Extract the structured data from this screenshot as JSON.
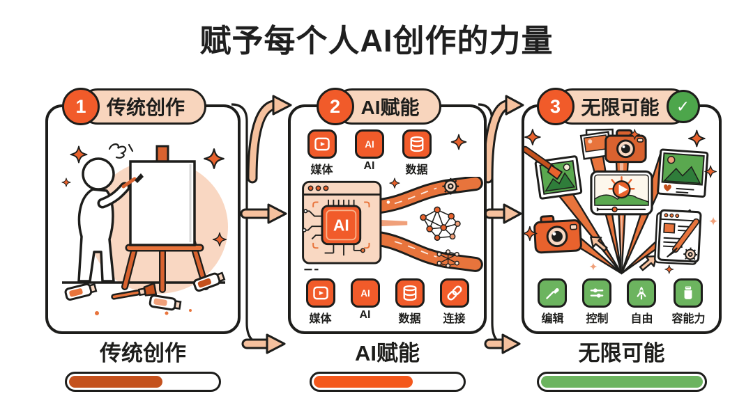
{
  "title": "赋予每个人AI创作的力量",
  "colors": {
    "orange": "#f15b2a",
    "rust": "#c4511d",
    "peach_fill": "#f8d5bd",
    "arrow_peach": "#f6c19e",
    "green": "#6cb45f",
    "check_green": "#4da64b",
    "outline": "#1d1d1b"
  },
  "stages": [
    {
      "number": "1",
      "header": "传统创作",
      "illustration": "person-painting-at-easel",
      "footer": {
        "label": "传统创作",
        "progress_width": "63%",
        "progress_color": "#c4511d"
      }
    },
    {
      "number": "2",
      "header": "AI赋能",
      "illustration": "ai-chip-with-data-streams",
      "chip_label": "AI",
      "top_icons": [
        {
          "icon": "media-icon",
          "label": "媒体"
        },
        {
          "icon": "ai-icon",
          "label": "AI",
          "glyph": "AI"
        },
        {
          "icon": "database-icon",
          "label": "数据"
        }
      ],
      "bottom_icons": [
        {
          "icon": "media-icon",
          "label": "媒体"
        },
        {
          "icon": "ai-icon",
          "label": "AI",
          "glyph": "AI"
        },
        {
          "icon": "database-icon",
          "label": "数据"
        },
        {
          "icon": "link-icon",
          "label": "连接"
        }
      ],
      "footer": {
        "label": "AI赋能",
        "progress_width": "67%",
        "progress_color": "#f4581c"
      }
    },
    {
      "number": "3",
      "header": "无限可能",
      "check_icon": "✓",
      "illustration": "creative-outputs-burst",
      "bottom_icons": [
        {
          "icon": "brush-icon",
          "label": "编辑"
        },
        {
          "icon": "sliders-icon",
          "label": "控制"
        },
        {
          "icon": "rocket-icon",
          "label": "自由"
        },
        {
          "icon": "container-icon",
          "label": "容能力"
        }
      ],
      "footer": {
        "label": "无限可能",
        "progress_width": "100%",
        "progress_color": "#6cb45f"
      }
    }
  ]
}
